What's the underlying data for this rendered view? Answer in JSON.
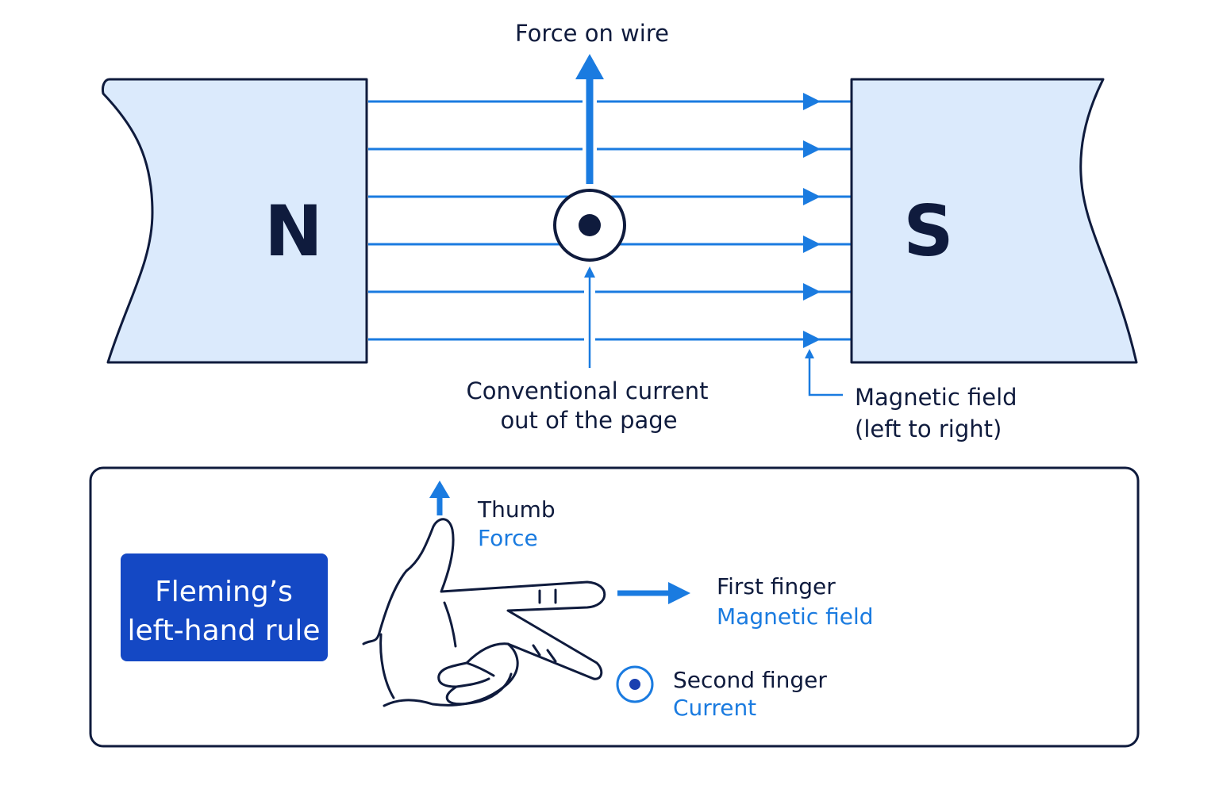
{
  "colors": {
    "magnet_fill": "#dbeafc",
    "ink": "#0f1b3d",
    "field_blue": "#1a7be0",
    "rule_badge": "#1448c4",
    "hand_stroke": "#0f1b3d"
  },
  "magnets": {
    "north_label": "N",
    "south_label": "S"
  },
  "labels": {
    "force_on_wire": "Force on wire",
    "current_line1": "Conventional current",
    "current_line2": "out of the page",
    "field_line1": "Magnetic field",
    "field_line2": "(left to right)"
  },
  "rule_panel": {
    "title_line1": "Fleming’s",
    "title_line2": "left-hand rule",
    "thumb": "Thumb",
    "thumb_meaning": "Force",
    "first_finger": "First finger",
    "first_finger_meaning": "Magnetic field",
    "second_finger": "Second finger",
    "second_finger_meaning": "Current"
  },
  "icons": {
    "wire": "current-out-of-page-icon",
    "hand": "left-hand-icon"
  }
}
